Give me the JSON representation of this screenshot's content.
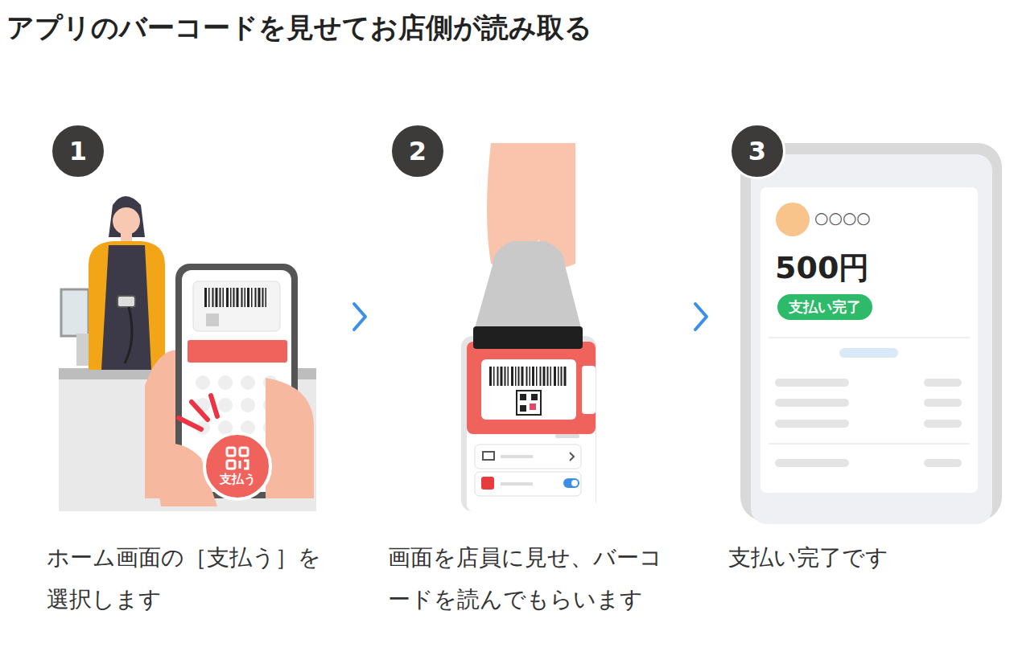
{
  "diagram": {
    "title": "アプリのバーコードを見せてお店側が読み取る",
    "nodes": [
      {
        "text": [
          "1"
        ]
      },
      {
        "text": [
          "2"
        ]
      },
      {
        "text": [
          "3"
        ]
      },
      {
        "text": [
          "支払う"
        ]
      },
      {
        "text": [
          "支払い完了"
        ]
      }
    ],
    "labels": [
      "ホーム画面の［支払う］を選択します",
      "画面を店員に見せ、バーコードを読んでもらいます",
      "支払い完了です",
      "○○○○",
      "500円"
    ]
  }
}
